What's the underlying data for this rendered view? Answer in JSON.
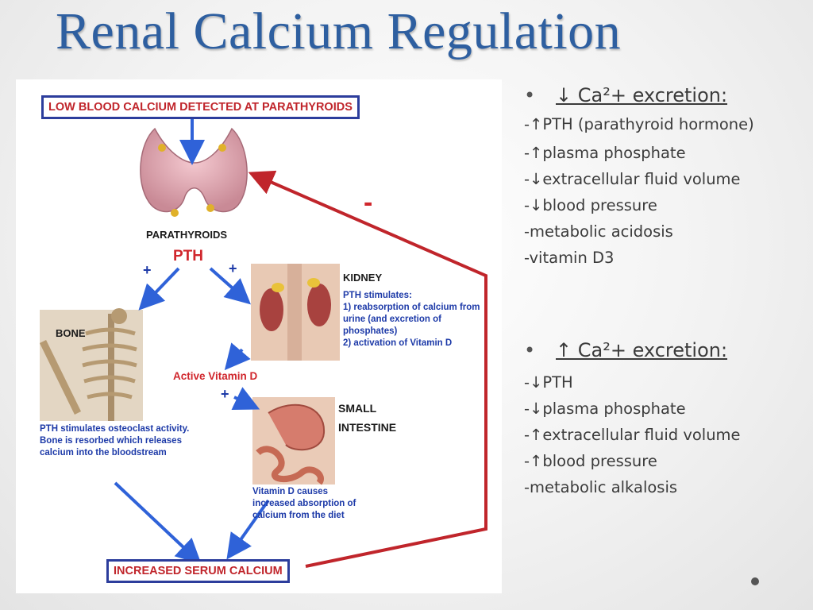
{
  "title": "Renal Calcium Regulation",
  "diagram": {
    "top_box": "LOW BLOOD CALCIUM DETECTED AT PARATHYROIDS",
    "bottom_box": "INCREASED SERUM CALCIUM",
    "parathyroids_label": "PARATHYROIDS",
    "pth_label": "PTH",
    "minus_sign": "-",
    "plus_sign": "+",
    "kidney_label": "KIDNEY",
    "kidney_text": "PTH stimulates:\n1) reabsorption of calcium from urine (and excretion of phosphates)\n2) activation of Vitamin D",
    "bone_label": "BONE",
    "bone_text": "PTH stimulates osteoclast activity.\nBone is resorbed which releases calcium into the bloodstream",
    "active_vitd_label": "Active Vitamin D",
    "intestine_label": "SMALL\nINTESTINE",
    "intestine_text": "Vitamin D causes increased absorption of calcium from the diet"
  },
  "right_panel": {
    "bullet": "•",
    "section1": {
      "heading": "↓ Ca²+ excretion:",
      "items": [
        "-↑PTH (parathyroid hormone)",
        "-↑plasma phosphate",
        "-↓extracellular fluid volume",
        "-↓blood pressure",
        "-metabolic acidosis",
        "-vitamin D3"
      ]
    },
    "section2": {
      "heading": "↑ Ca²+ excretion:",
      "items": [
        "-↓PTH",
        "-↓plasma phosphate",
        "-↑extracellular fluid volume",
        "-↑blood pressure",
        "-metabolic alkalosis"
      ]
    }
  },
  "colors": {
    "title": "#2e5fa0",
    "arrow_blue": "#2f62d8",
    "arrow_red": "#c0252b",
    "box_border": "#2c3d9c"
  }
}
